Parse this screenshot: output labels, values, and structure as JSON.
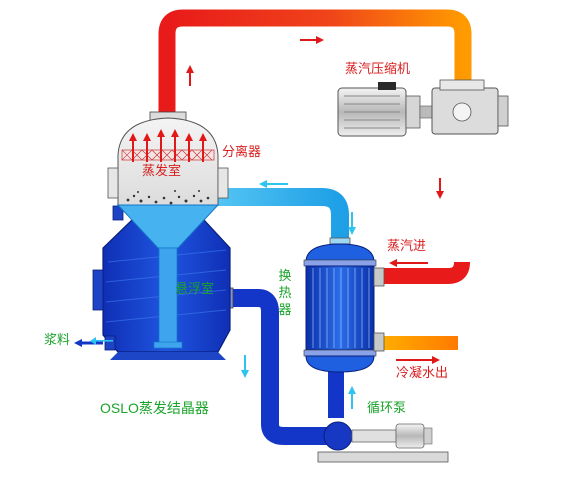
{
  "labels": {
    "compressor": "蒸汽压缩机",
    "separator": "分离器",
    "evaporation_chamber": "蒸发室",
    "suspension_chamber": "悬浮室",
    "heat_exchanger": "换热器",
    "steam_in": "蒸汽进",
    "condensate_out": "冷凝水出",
    "slurry": "浆料",
    "circulation_pump": "循环泵",
    "title": "OSLO蒸发结晶器"
  },
  "colors": {
    "steam_hot": "#e81a1a",
    "steam_warm": "#ff9a00",
    "liquid_blue": "#1436c8",
    "liquid_light": "#2fb0ee",
    "arrow_red": "#e01818",
    "arrow_cyan": "#2ec4f0",
    "text_red": "#d81e1e",
    "text_green": "#1aa32a"
  }
}
